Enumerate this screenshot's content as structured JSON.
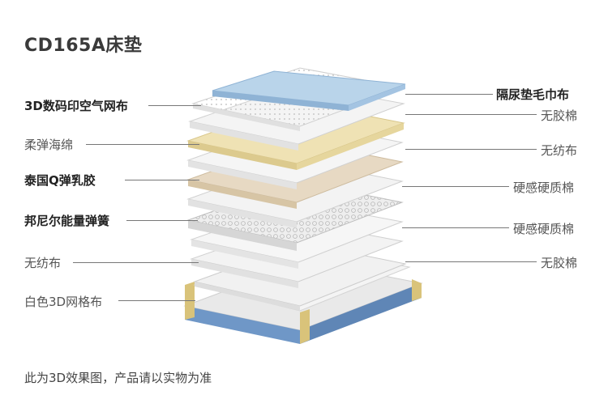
{
  "title": "CD165A床垫",
  "left_labels": [
    {
      "text": "3D数码印空气网布",
      "bold": true
    },
    {
      "text": "柔弹海绵",
      "bold": false
    },
    {
      "text": "泰国Q弹乳胶",
      "bold": true
    },
    {
      "text": "邦尼尔能量弹簧",
      "bold": true
    },
    {
      "text": "无纺布",
      "bold": false
    },
    {
      "text": "白色3D网格布",
      "bold": false
    }
  ],
  "right_labels": [
    {
      "text": "隔尿垫毛巾布",
      "bold": true
    },
    {
      "text": "无胶棉",
      "bold": false
    },
    {
      "text": "无纺布",
      "bold": false
    },
    {
      "text": "硬感硬质棉",
      "bold": false
    },
    {
      "text": "硬感硬质棉",
      "bold": false
    },
    {
      "text": "无胶棉",
      "bold": false
    }
  ],
  "note": "此为3D效果图，产品请以实物为准",
  "colors": {
    "top_pad": "#b9d4ea",
    "foam": "#efe2b4",
    "latex": "#e7d9c3",
    "white_layer": "#f2f2f2",
    "base_blue": "#6f97c7",
    "base_gold": "#d9c37a"
  }
}
